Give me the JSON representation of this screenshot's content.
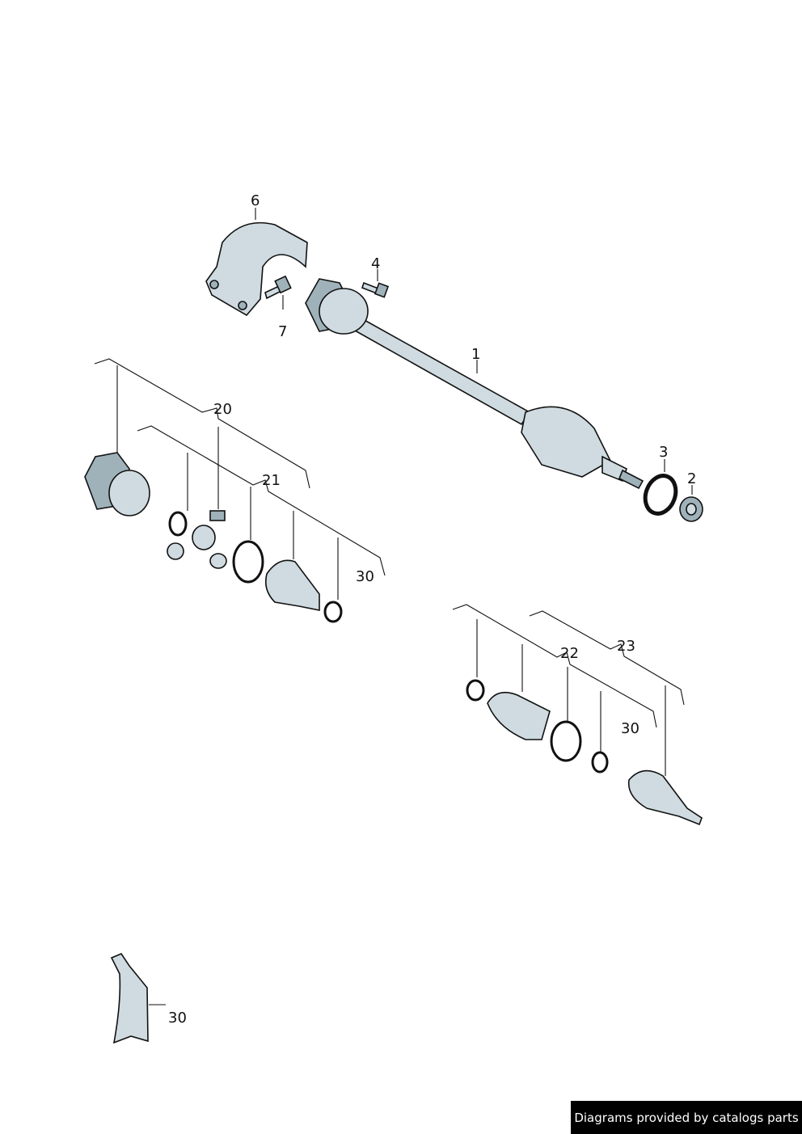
{
  "callouts": {
    "c1": "1",
    "c2": "2",
    "c3": "3",
    "c4": "4",
    "c6": "6",
    "c7": "7",
    "c20": "20",
    "c21": "21",
    "c22": "22",
    "c23": "23",
    "c30a": "30",
    "c30b": "30",
    "c30c": "30"
  },
  "colors": {
    "part_fill": "#cfdbe0",
    "footer_bg": "#000000"
  },
  "footer": {
    "text": "Diagrams provided by catalogs parts"
  }
}
